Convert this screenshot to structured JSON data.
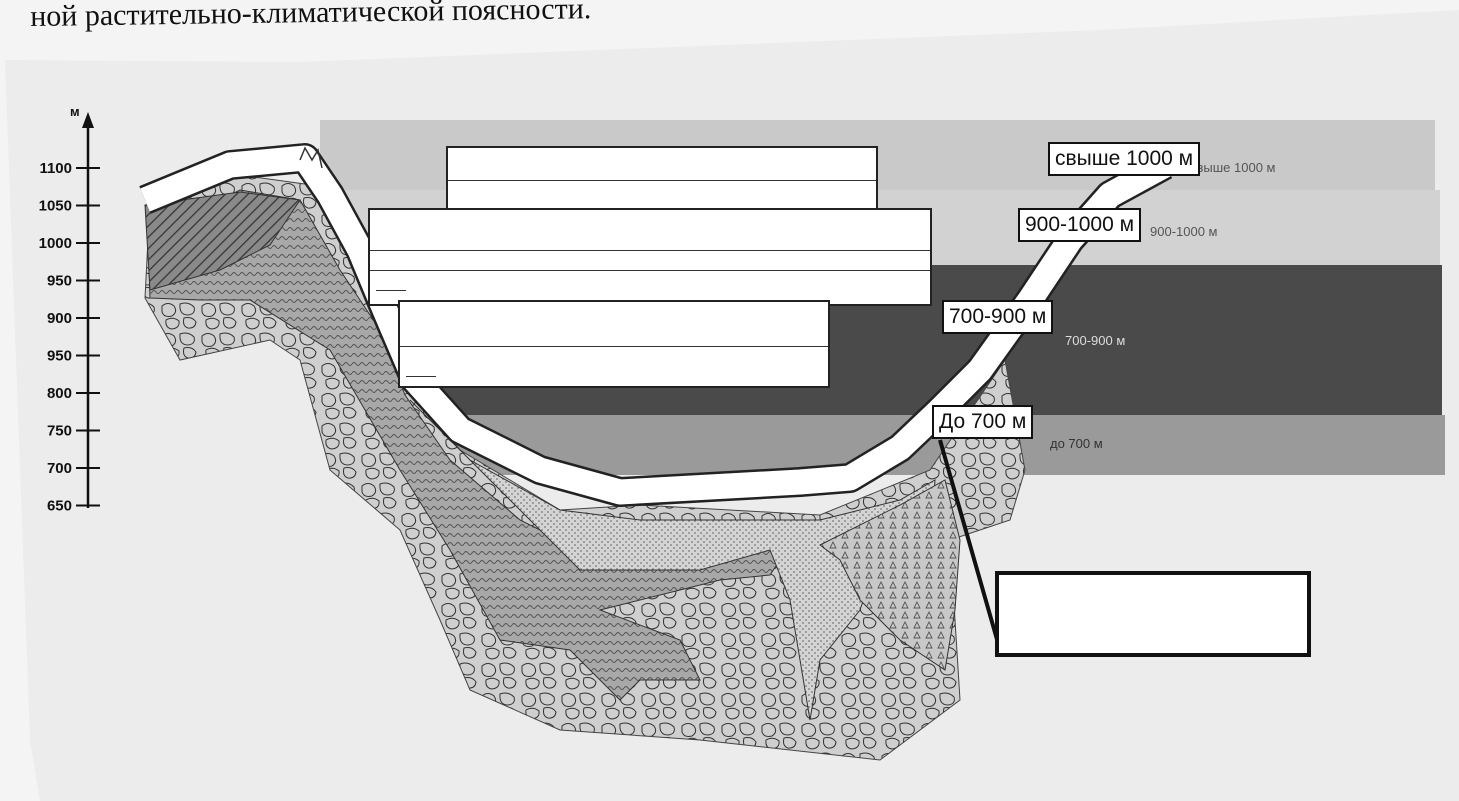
{
  "header": {
    "text": "ной растительно-климатической поясности."
  },
  "axis": {
    "unit": "м",
    "ticks": [
      "1100",
      "1050",
      "1000",
      "950",
      "900",
      "950",
      "800",
      "750",
      "700",
      "650"
    ]
  },
  "bands": {
    "top": "свыше 1000 м",
    "upper": "900-1000 м",
    "middle": "700-900 м",
    "bottom": "до 700 м"
  },
  "labels": {
    "top": "свыше 1000 м",
    "upper": "900-1000 м",
    "middle": "700-900 м",
    "bottom": "До 700 м"
  },
  "colors": {
    "band_top": "#c9c9c9",
    "band_upper": "#d2d2d2",
    "band_middle": "#4a4a4a",
    "band_bottom": "#9a9a9a",
    "paper": "#f4f4f4"
  }
}
